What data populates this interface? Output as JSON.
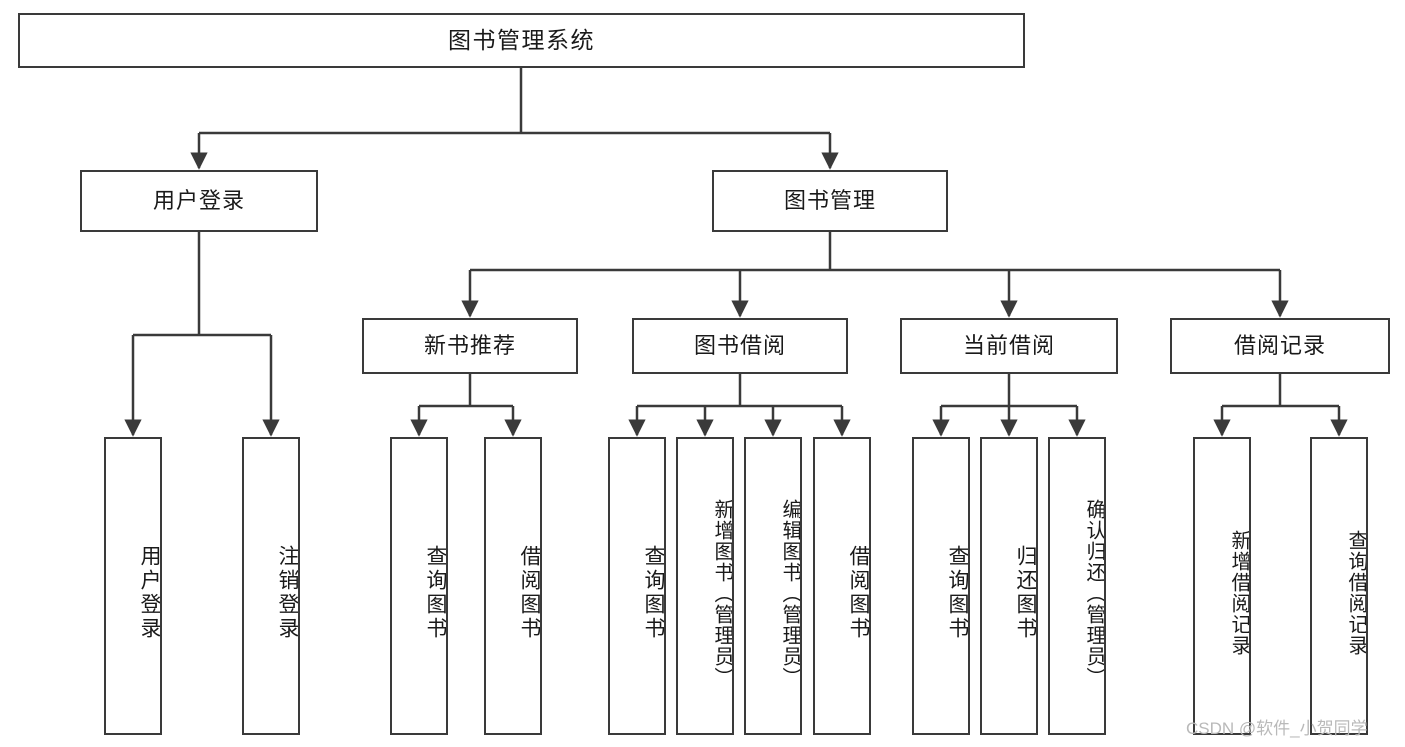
{
  "diagram": {
    "title": "图书管理系统",
    "root": {
      "label": "图书管理系统"
    },
    "level2": [
      {
        "label": "用户登录"
      },
      {
        "label": "图书管理"
      }
    ],
    "level3": [
      {
        "label": "新书推荐"
      },
      {
        "label": "图书借阅"
      },
      {
        "label": "当前借阅"
      },
      {
        "label": "借阅记录"
      }
    ],
    "leaves": {
      "user_login": [
        {
          "label": "用户登录"
        },
        {
          "label": "注销登录"
        }
      ],
      "new_book_rec": [
        {
          "label": "查询图书"
        },
        {
          "label": "借阅图书"
        }
      ],
      "book_borrow": [
        {
          "label": "查询图书"
        },
        {
          "label": "新增图书（管理员）"
        },
        {
          "label": "编辑图书（管理员）"
        },
        {
          "label": "借阅图书"
        }
      ],
      "current_borrow": [
        {
          "label": "查询图书"
        },
        {
          "label": "归还图书"
        },
        {
          "label": "确认归还（管理员）"
        }
      ],
      "borrow_record": [
        {
          "label": "新增借阅记录"
        },
        {
          "label": "查询借阅记录"
        }
      ]
    }
  },
  "watermark": {
    "text": "CSDN @软件_小贺同学"
  },
  "colors": {
    "stroke": "#3a3a3a",
    "fill": "#ffffff",
    "text": "#1a1a1a",
    "watermark": "#b9b9b9"
  }
}
